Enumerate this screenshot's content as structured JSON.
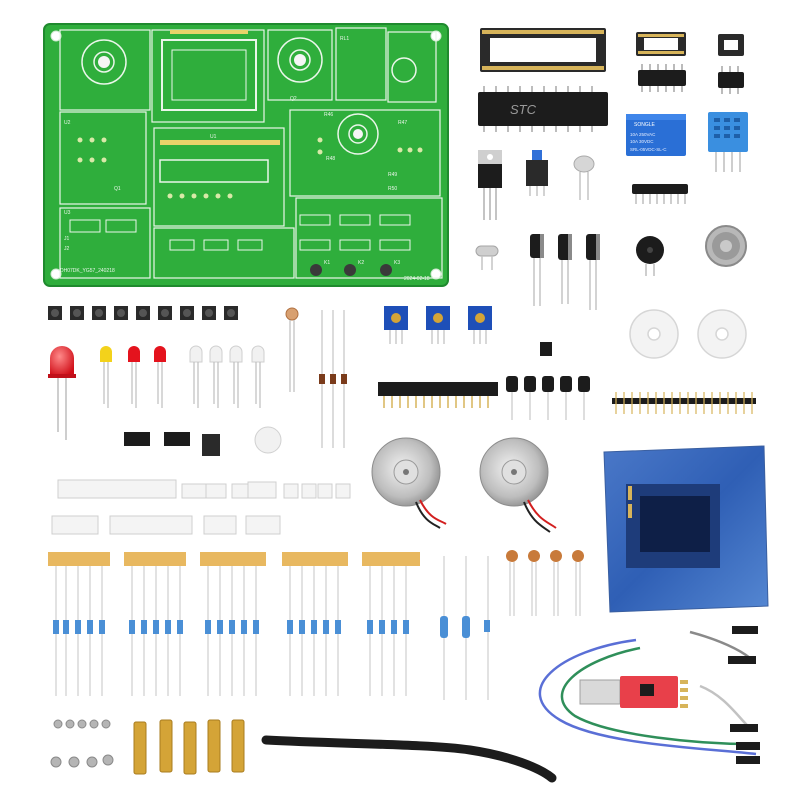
{
  "pcb": {
    "silk_bottom": "DH07DK_YG57_240218",
    "silk_corner": "2024-02-18",
    "silk_labels": [
      "R46",
      "R47",
      "R48",
      "R49",
      "R50",
      "U1",
      "U2",
      "U3",
      "Q1",
      "Q2",
      "K1",
      "K2",
      "K3",
      "RL1",
      "J1",
      "J2"
    ]
  },
  "mcu": {
    "brand": "STC"
  },
  "relay": {
    "brand": "SONGLE",
    "lines": [
      "10A 250VAC",
      "10A 30VDC",
      "SRL-05VDC-SL-C"
    ]
  },
  "colors": {
    "pcb_green": "#2fae3c",
    "pcb_dark": "#1f8a2e",
    "silk": "#eaf6ea",
    "chip_black": "#1c1c1c",
    "relay_blue": "#2a6fd6",
    "sensor_blue": "#3a8fe0",
    "pot_blue": "#1e4fb8",
    "led_red": "#e4131d",
    "led_yellow": "#f3d21b",
    "resistor_body": "#4a8fd6",
    "tape": "#e8b860",
    "brass": "#d4a437",
    "copper": "#c87a3a",
    "usb_red": "#e8404a"
  },
  "icons": {
    "pcb": "pcb-board-icon",
    "chip": "dip-ic-icon",
    "motor": "dc-motor-icon",
    "gear": "gear-icon",
    "oled": "oled-display-icon",
    "usb": "usb-adapter-icon"
  }
}
